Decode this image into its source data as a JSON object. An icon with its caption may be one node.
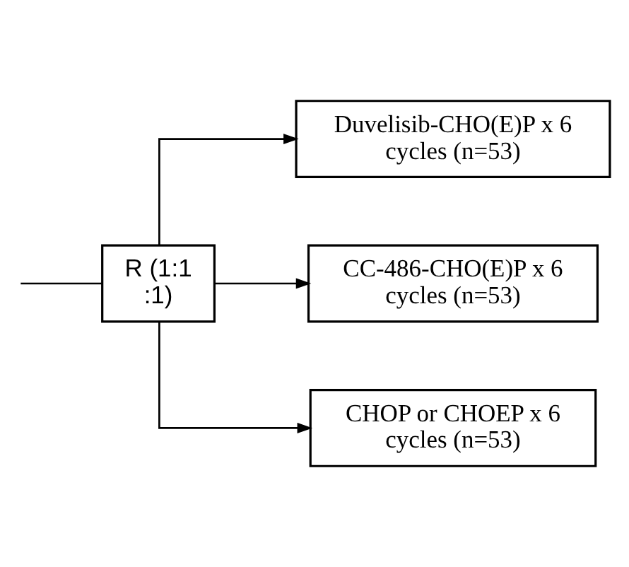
{
  "diagram": {
    "nodes": [
      {
        "text": [
          "R (1:1:1)"
        ]
      },
      {
        "text": [
          "Duvelisib-CHO(E)P x 6 cycles (n=53)"
        ]
      },
      {
        "text": [
          "CC-486-CHO(E)P x 6 cycles (n=53)"
        ]
      },
      {
        "text": [
          "CHOP or CHOEP x 6 cycles (n=53)"
        ]
      }
    ],
    "edges": [
      {
        "from": null,
        "to": 0,
        "arrow": "none"
      },
      {
        "from": 0,
        "to": 1,
        "arrow": "to"
      },
      {
        "from": 0,
        "to": 2,
        "arrow": "to"
      },
      {
        "from": 0,
        "to": 3,
        "arrow": "to"
      }
    ]
  }
}
